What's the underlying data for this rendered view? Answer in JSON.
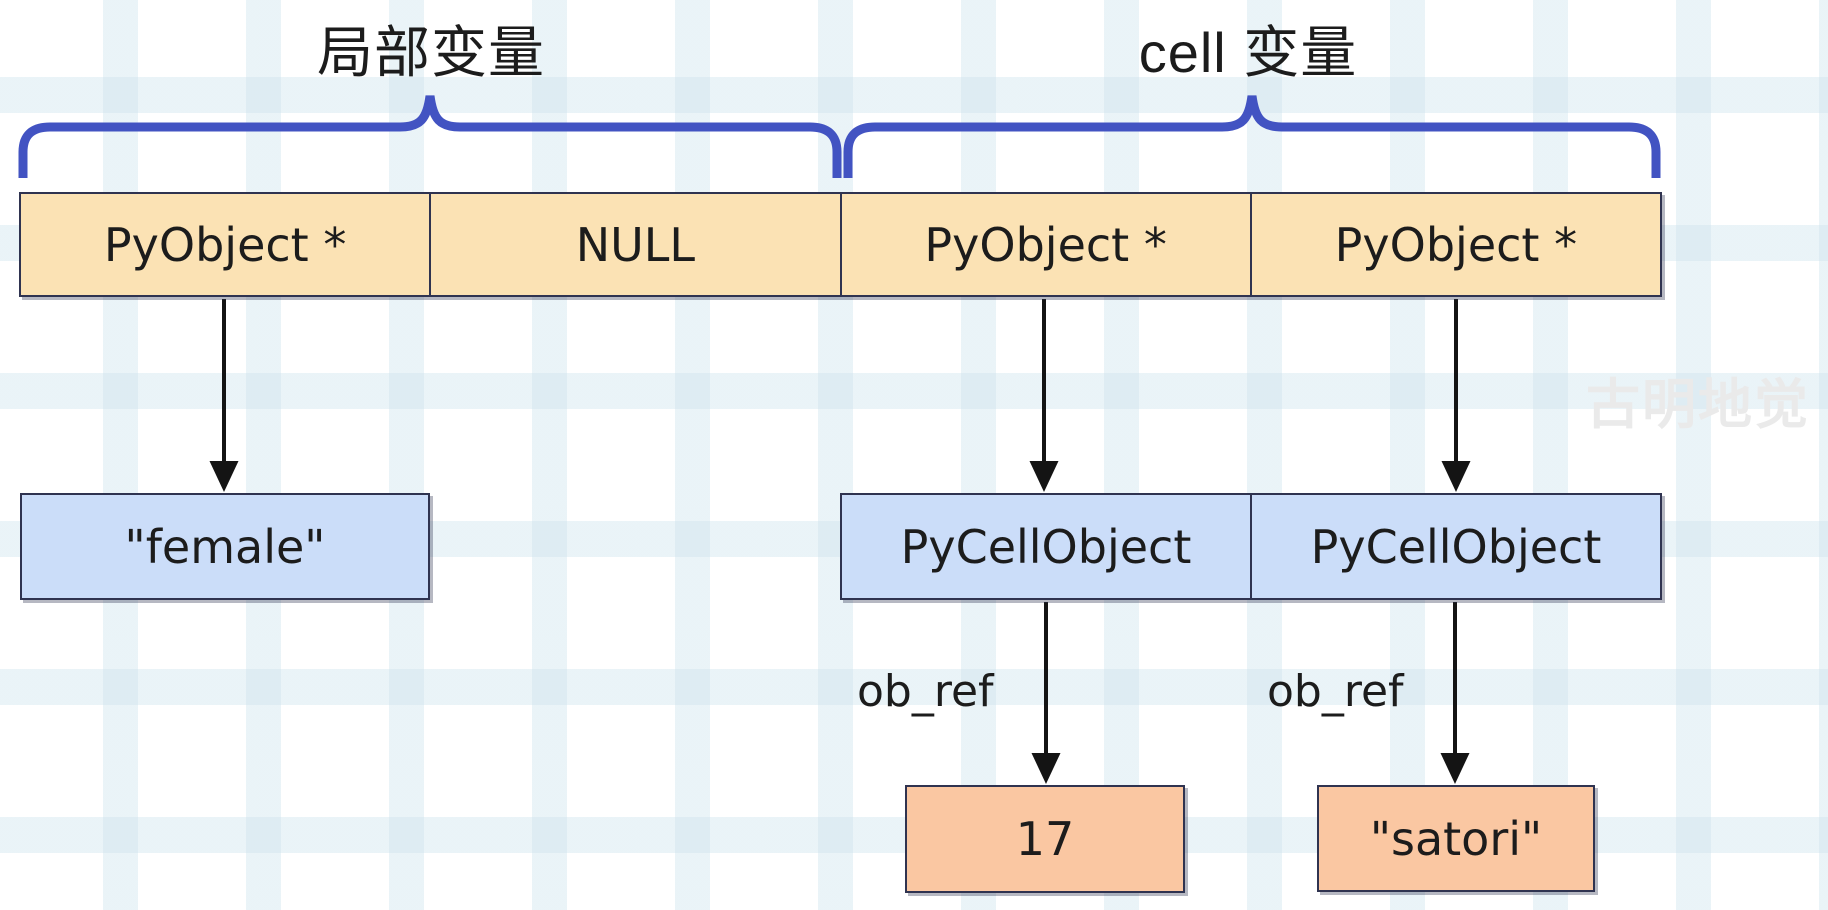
{
  "diagram": {
    "section_labels": {
      "local": "局部变量",
      "cell": "cell 变量"
    },
    "slot_row": {
      "cells": [
        "PyObject *",
        "NULL",
        "PyObject *",
        "PyObject *"
      ]
    },
    "object_boxes": {
      "female": "\"female\"",
      "cell1": "PyCellObject",
      "cell2": "PyCellObject"
    },
    "field_labels": {
      "ob_ref_left": "ob_ref",
      "ob_ref_right": "ob_ref"
    },
    "value_boxes": {
      "int": "17",
      "str": "\"satori\""
    },
    "watermark": "古明地觉"
  },
  "colors": {
    "slot_fill": "#FBE2B4",
    "object_fill": "#CBDDF9",
    "value_fill": "#FAC7A2",
    "border": "#2F3350",
    "brace": "#4253C2",
    "arrow": "#141414",
    "text": "#1C1C1C",
    "watermark": "#EAEAEA",
    "stripe": "rgba(203,226,236,0.40)"
  }
}
